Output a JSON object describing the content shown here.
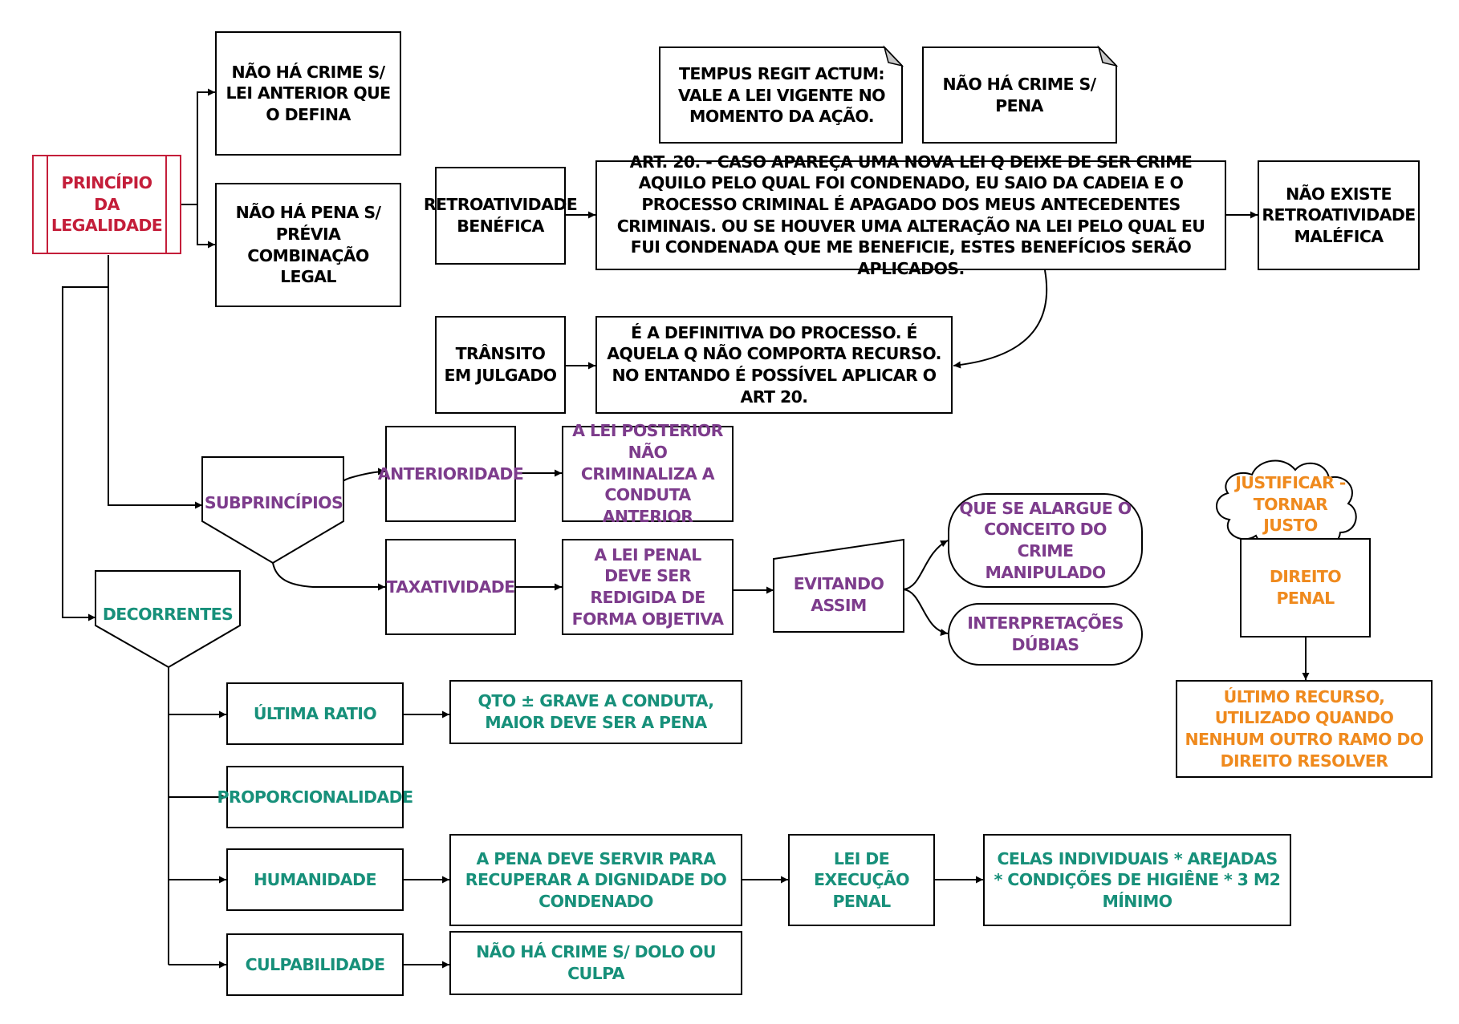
{
  "nodes": {
    "principio": "PRINCÍPIO DA LEGALIDADE",
    "nao_ha_crime_lei": "NÃO HÁ CRIME S/ LEI ANTERIOR QUE O DEFINA",
    "nao_ha_pena_previa": "NÃO HÁ PENA S/ PRÉVIA COMBINAÇÃO LEGAL",
    "tempus": "TEMPUS REGIT ACTUM: VALE A LEI VIGENTE NO MOMENTO DA AÇÃO.",
    "nao_ha_crime_pena": "NÃO HÁ CRIME S/ PENA",
    "retroatividade": "RETROATIVIDADE BENÉFICA",
    "art20": "ART. 20. - CASO APAREÇA UMA NOVA LEI Q DEIXE DE SER CRIME AQUILO PELO QUAL FOI CONDENADO, EU SAIO DA CADEIA E O PROCESSO CRIMINAL É APAGADO DOS MEUS ANTECEDENTES CRIMINAIS. OU SE HOUVER UMA ALTERAÇÃO NA LEI PELO QUAL EU FUI CONDENADA QUE ME BENEFICIE, ESTES BENEFÍCIOS SERÃO APLICADOS.",
    "nao_existe": "NÃO EXISTE RETROATIVIDADE MALÉFICA",
    "transito": "TRÂNSITO EM JULGADO",
    "definitiva": "É A DEFINITIVA DO PROCESSO. É AQUELA Q NÃO COMPORTA RECURSO. NO ENTANDO É POSSÍVEL APLICAR O ART 20.",
    "subprincipios": "SUBPRINCÍPIOS",
    "anterioridade": "ANTERIORIDADE",
    "lei_posterior": "A LEI POSTERIOR NÃO CRIMINALIZA A CONDUTA ANTERIOR",
    "taxatividade": "TAXATIVIDADE",
    "lei_penal": "A LEI PENAL DEVE SER REDIGIDA DE FORMA OBJETIVA",
    "evitando": "EVITANDO ASSIM",
    "alargue": "QUE SE ALARGUE O CONCEITO DO CRIME MANIPULADO",
    "interpretacoes": "INTERPRETAÇÕES DÚBIAS",
    "justificar": "JUSTIFICAR - TORNAR JUSTO",
    "direito_penal": "DIREITO PENAL",
    "ultimo_recurso": "ÚLTIMO RECURSO, UTILIZADO QUANDO NENHUM OUTRO RAMO DO DIREITO RESOLVER",
    "decorrentes": "DECORRENTES",
    "ultima_ratio": "ÚLTIMA RATIO",
    "qto_grave": "QTO ± GRAVE A CONDUTA, MAIOR DEVE SER A PENA",
    "proporcionalidade": "PROPORCIONALIDADE",
    "humanidade": "HUMANIDADE",
    "pena_servir": "A PENA DEVE SERVIR PARA RECUPERAR A DIGNIDADE DO CONDENADO",
    "lei_execucao": "LEI DE EXECUÇÃO PENAL",
    "celas": "CELAS INDIVIDUAIS * AREJADAS * CONDIÇÕES DE HIGIÊNE * 3 M2 MÍNIMO",
    "culpabilidade": "CULPABILIDADE",
    "nao_ha_dolo": "NÃO HÁ CRIME S/ DOLO OU CULPA"
  },
  "colors": {
    "red": "#c41e3a",
    "purple": "#7d3c8c",
    "teal": "#17907a",
    "orange": "#ef8a1e",
    "line": "#000000"
  }
}
